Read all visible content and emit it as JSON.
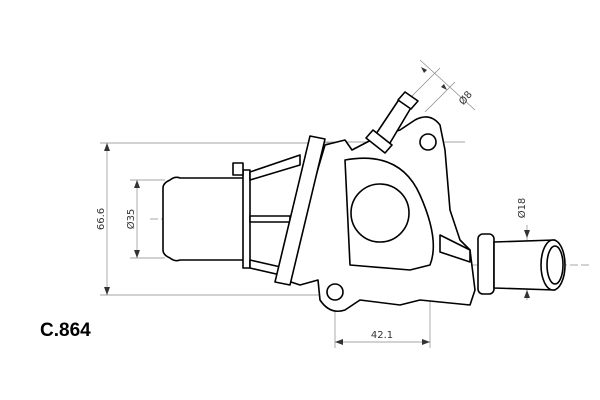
{
  "part_code": "C.864",
  "dimensions": {
    "overall_height": "66.6",
    "inlet_diameter": "Ø35",
    "outlet_diameter": "Ø18",
    "bleed_pipe_diameter": "Ø8",
    "lug_offset": "42.1"
  }
}
